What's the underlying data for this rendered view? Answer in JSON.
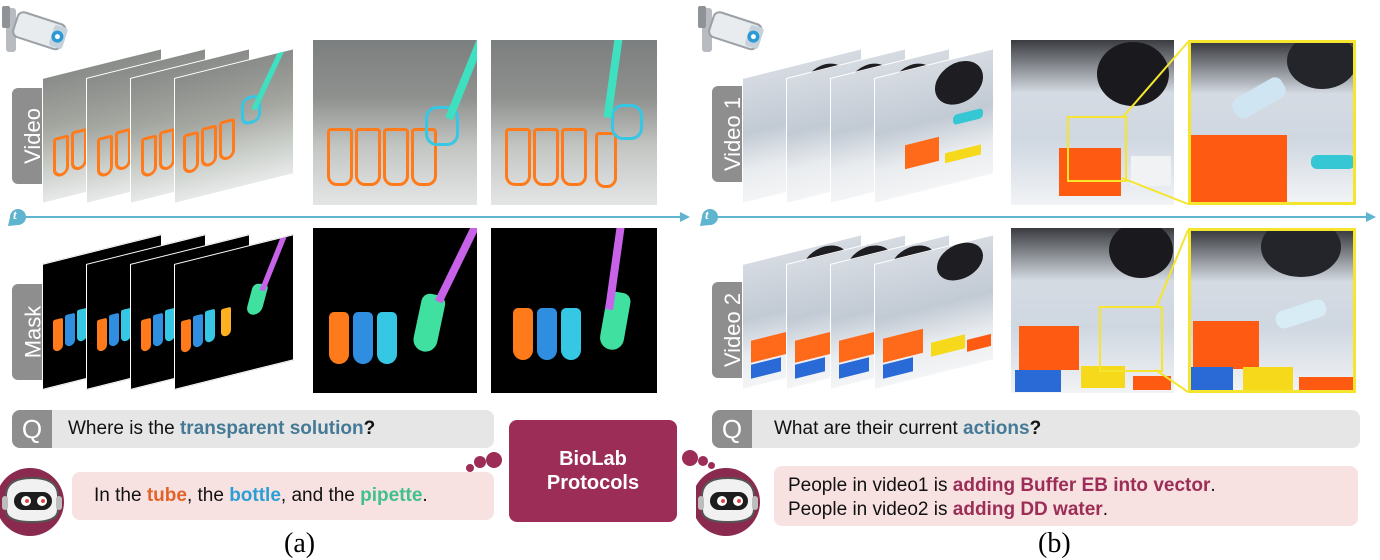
{
  "left": {
    "video_label": "Video",
    "mask_label": "Mask",
    "question": {
      "q": "Q",
      "prefix": "Where is the ",
      "highlight": "transparent solution",
      "suffix": "?"
    },
    "answer": {
      "t1": "In the ",
      "h1": "tube",
      "t2": ", the ",
      "h2": "bottle",
      "t3": ", and the ",
      "h3": "pipette",
      "t4": "."
    },
    "caption": "(a)"
  },
  "center": {
    "line1": "BioLab",
    "line2": "Protocols"
  },
  "right": {
    "video1_label": "Video 1",
    "video2_label": "Video 2",
    "question": {
      "q": "Q",
      "prefix": "What are their current ",
      "highlight": "actions",
      "suffix": "?"
    },
    "answer": {
      "line1_prefix": "People in video1 is ",
      "line1_highlight": "adding Buffer EB into vector",
      "line1_suffix": ".",
      "line2_prefix": "People in video2 is ",
      "line2_highlight": "adding DD water",
      "line2_suffix": "."
    },
    "caption": "(b)"
  },
  "timeline_symbol": "t",
  "colors": {
    "accent": "#9b2d57",
    "timeline": "#5fb4cf",
    "tube_orange": "#ff7a1a",
    "tube_blue": "#2f8ee0",
    "tube_cyan": "#35c7e4",
    "pipette_green": "#3fe0a0",
    "pipette_purple": "#c862e8",
    "highlight_yellow": "#f5e52e"
  },
  "icons": [
    "security-camera-icon",
    "robot-assistant-icon",
    "speech-bubble-dots-icon"
  ]
}
